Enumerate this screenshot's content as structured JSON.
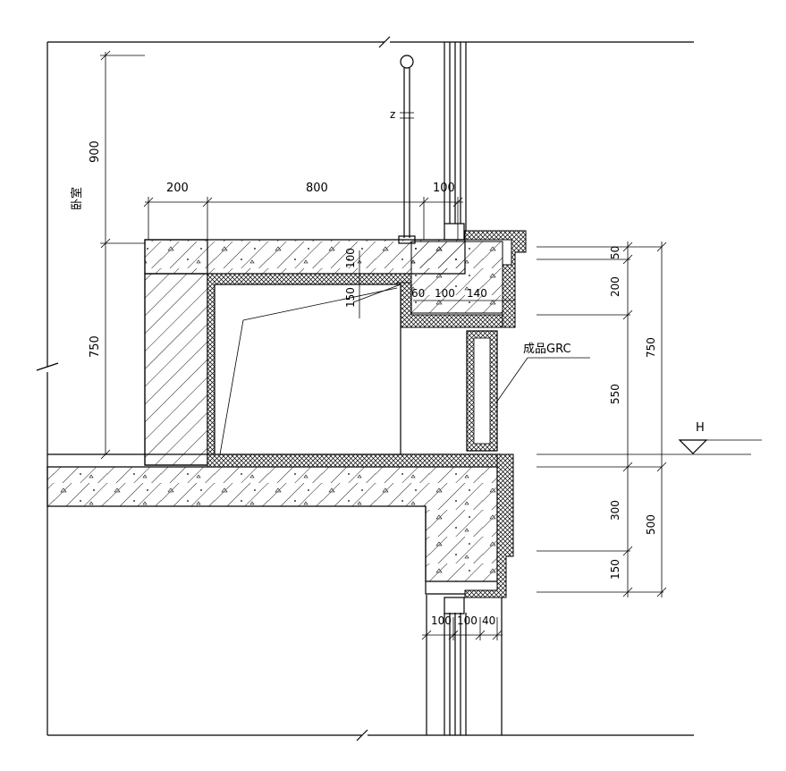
{
  "labels": {
    "room": "卧室",
    "grc": "成品GRC",
    "level": "H"
  },
  "dimensions": {
    "left_900": "900",
    "left_750": "750",
    "top_200": "200",
    "top_800": "800",
    "top_100": "100",
    "inner_100_vertical": "100",
    "inner_150_vertical": "150",
    "inner_60": "60",
    "inner_100": "100",
    "inner_140": "140",
    "right_50": "50",
    "right_200": "200",
    "right_550": "550",
    "right_750": "750",
    "right_300": "300",
    "right_150": "150",
    "right_500": "500",
    "bottom_100a": "100",
    "bottom_100b": "100",
    "bottom_40": "40"
  }
}
